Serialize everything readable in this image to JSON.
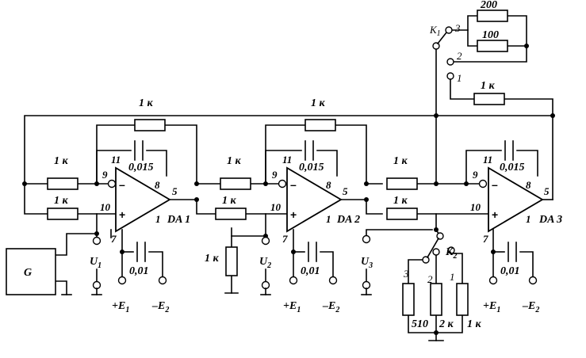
{
  "resistors": {
    "fb1": "1 к",
    "in1a": "1 к",
    "in1b": "1 к",
    "fb2": "1 к",
    "in2a": "1 к",
    "in2b": "1 к",
    "shunt2": "1 к",
    "fb3": "1 к",
    "in3a": "1 к",
    "in3b": "1 к",
    "r200": "200",
    "r100": "100",
    "k2a": "510",
    "k2b": "2 к",
    "k2c": "1 к"
  },
  "amps": {
    "da1": "DA 1",
    "da2": "DA 2",
    "da3": "DA 3"
  },
  "pins": {
    "p9": "9",
    "p10": "10",
    "p11": "11",
    "p8": "8",
    "p5": "5",
    "p1": "1",
    "p7": "7"
  },
  "signs": {
    "minus": "–",
    "plus": "+"
  },
  "caps": {
    "comp": "0,015",
    "corr": "0,01"
  },
  "supply": {
    "pos_pre": "+E",
    "neg_pre": "–E",
    "sub": "1",
    "sub2": "2"
  },
  "generator": "G",
  "meters": {
    "u_pre": "U",
    "u1": "1",
    "u2": "2",
    "u3": "3"
  },
  "switches": {
    "k1_pre": "К",
    "k1_sub": "1",
    "k1_p3": "3",
    "k1_p2": "2",
    "k1_p1": "1",
    "k2_pre": "К",
    "k2_sub": "2",
    "k2_p3": "3",
    "k2_p2": "2",
    "k2_p1": "1"
  }
}
